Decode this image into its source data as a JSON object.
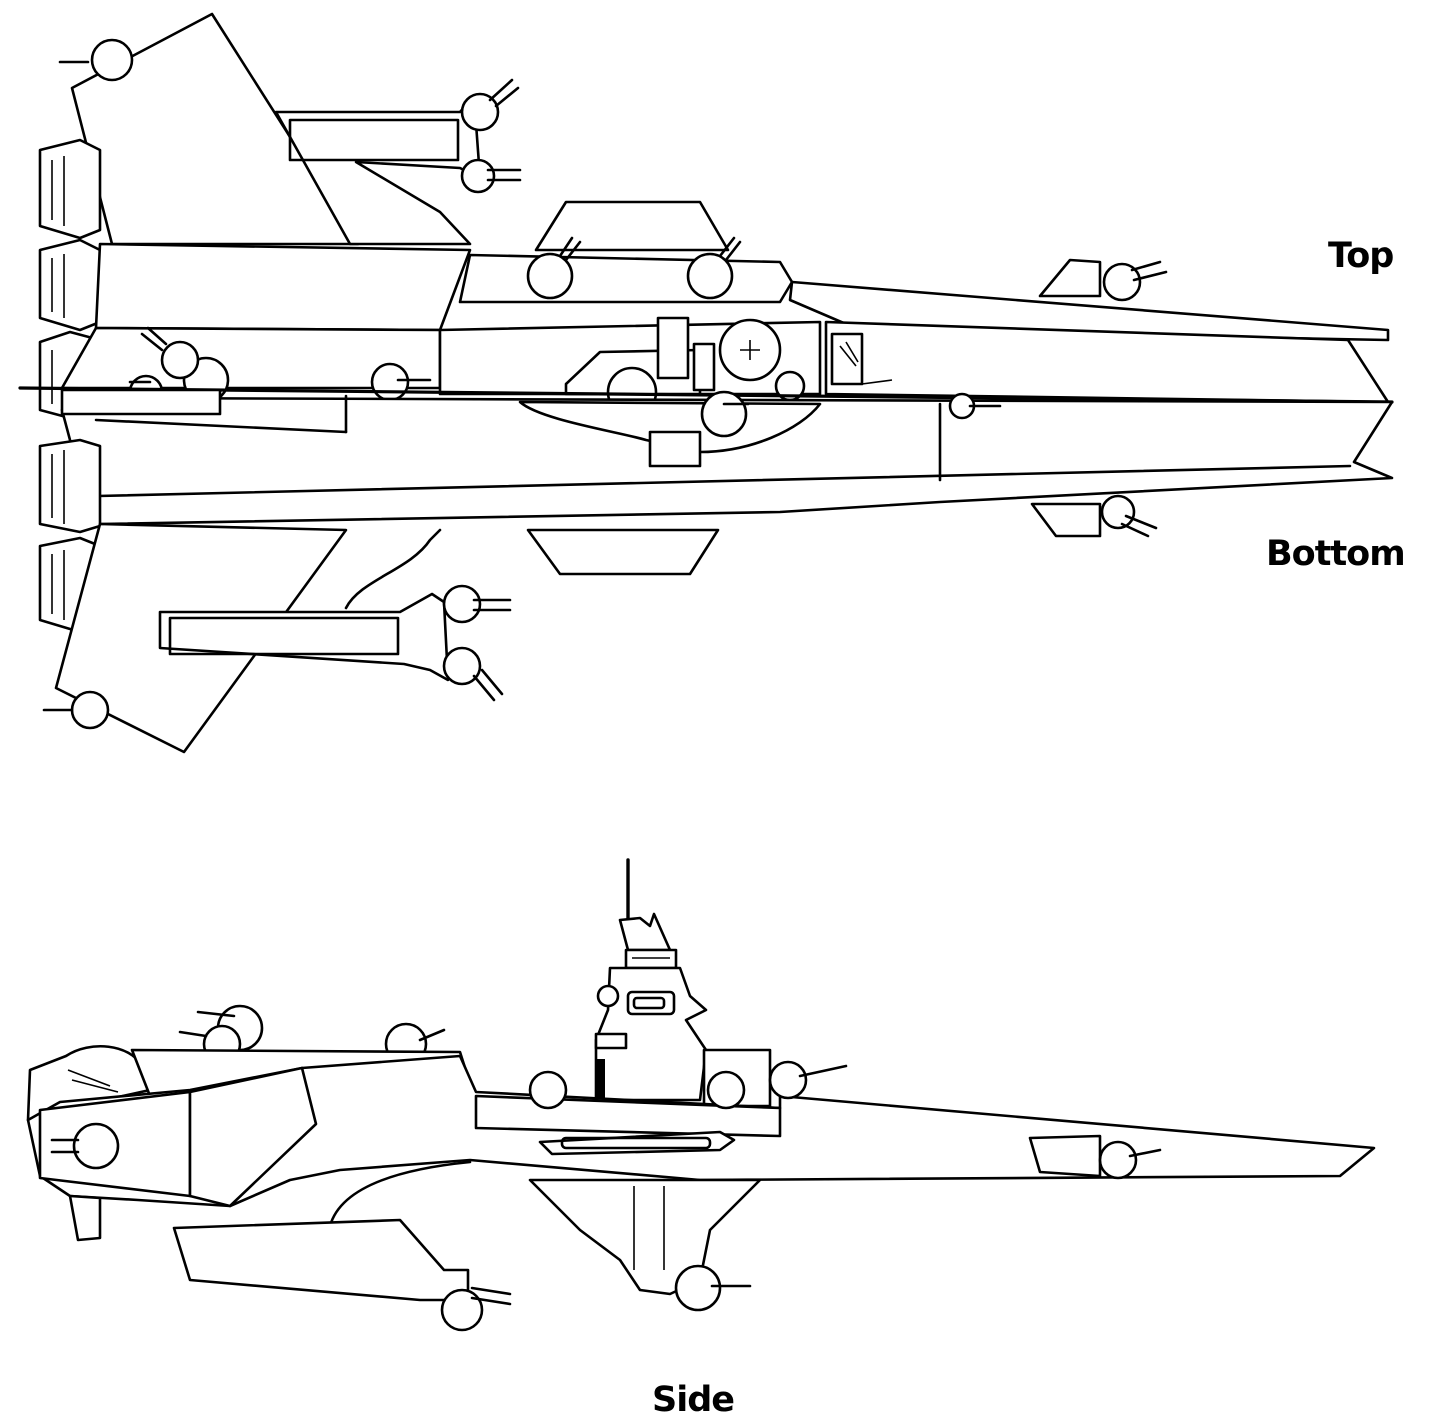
{
  "labels": {
    "top": "Top",
    "bottom": "Bottom",
    "side": "Side"
  },
  "colors": {
    "ink": "#000000",
    "paper": "#ffffff"
  }
}
